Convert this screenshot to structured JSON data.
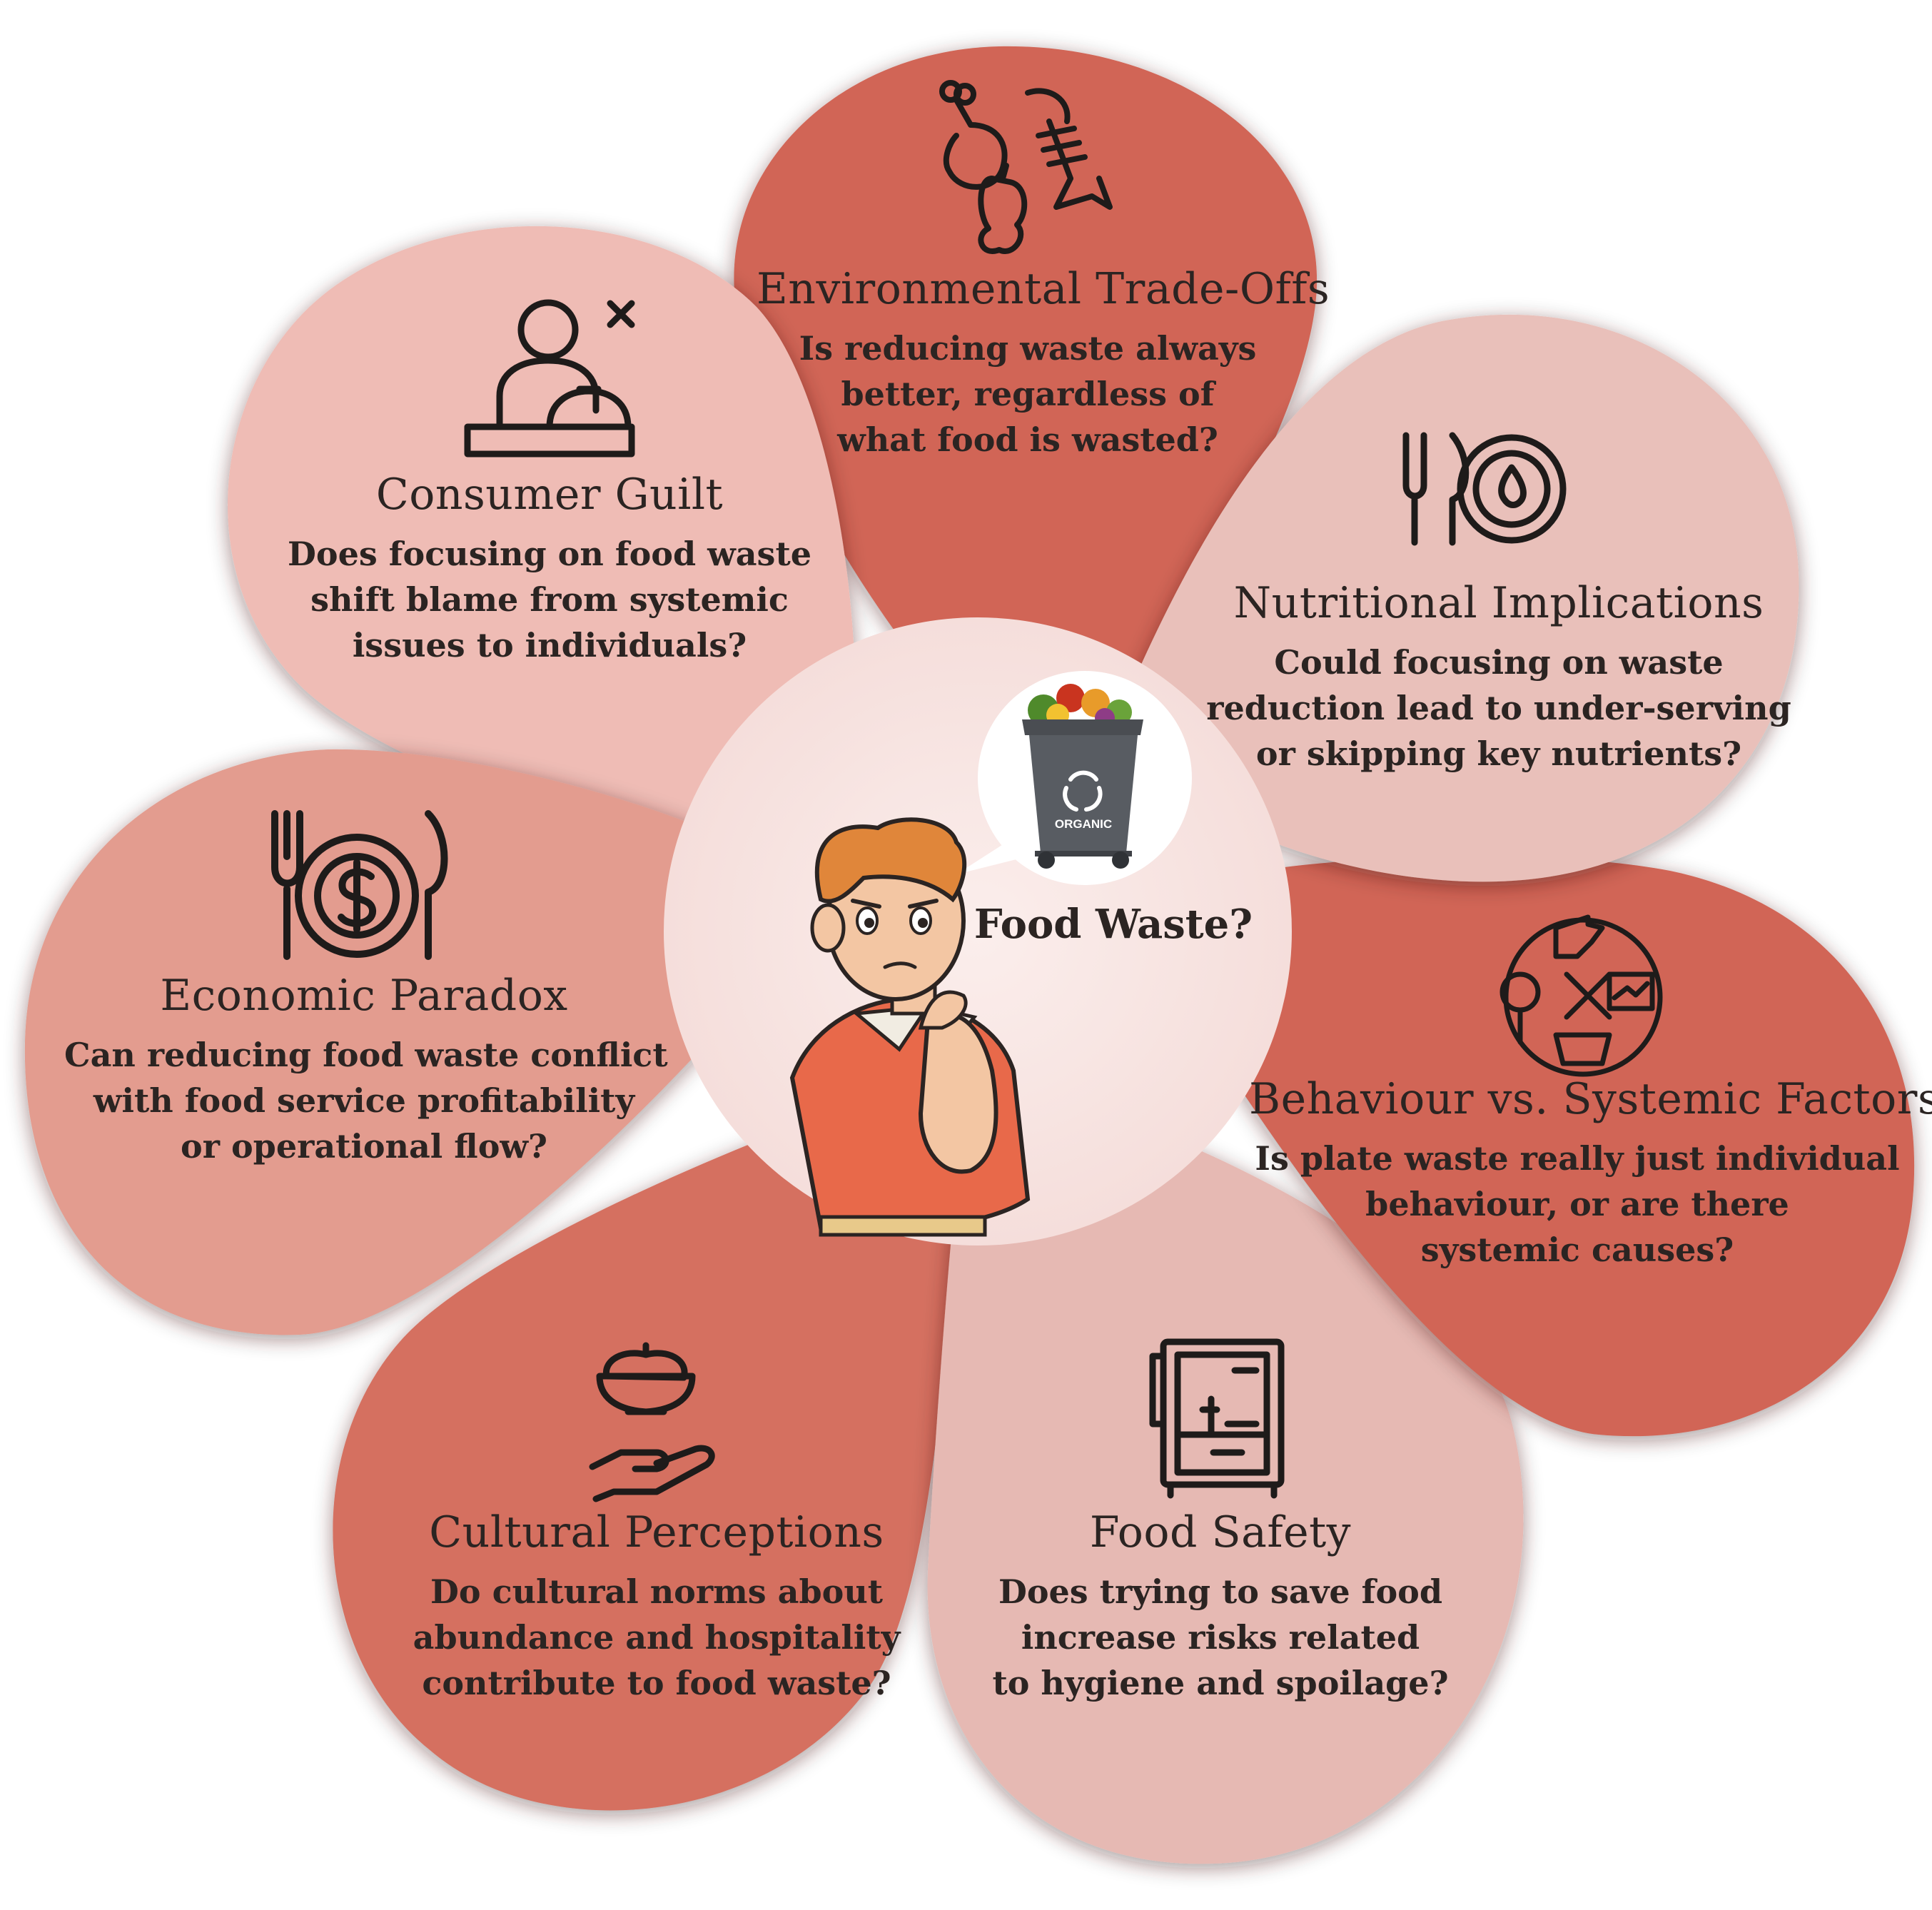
{
  "center": {
    "label": "Food Waste?",
    "bin_label": "ORGANIC"
  },
  "colors": {
    "dark": "#d16556",
    "medium": "#e39c8f",
    "light": "#efbcb5",
    "lightest": "#e6b9b3",
    "center_bg": "#f8e6e4",
    "text": "#2b2422"
  },
  "petals": [
    {
      "id": "environmental",
      "icon": "food-scraps-icon",
      "title": "Environmental Trade-Offs",
      "question": [
        "Is reducing waste always",
        "better, regardless of",
        "what food is wasted?"
      ]
    },
    {
      "id": "nutritional",
      "icon": "plate-nutrient-icon",
      "title": "Nutritional Implications",
      "question": [
        "Could focusing on waste",
        "reduction lead to under-serving",
        "or skipping key nutrients?"
      ]
    },
    {
      "id": "behaviour",
      "icon": "behaviour-systems-icon",
      "title": "Behaviour vs. Systemic Factors",
      "question": [
        "Is plate waste really just individual",
        "behaviour, or are there",
        "systemic causes?"
      ]
    },
    {
      "id": "food-safety",
      "icon": "refrigerator-icon",
      "title": "Food Safety",
      "question": [
        "Does trying to save food",
        "increase risks related",
        "to hygiene and spoilage?"
      ]
    },
    {
      "id": "cultural",
      "icon": "serving-hand-icon",
      "title": "Cultural Perceptions",
      "question": [
        "Do cultural norms about",
        "abundance and hospitality",
        "contribute to food waste?"
      ]
    },
    {
      "id": "economic",
      "icon": "plate-dollar-icon",
      "title": "Economic Paradox",
      "question": [
        "Can reducing food waste conflict",
        "with food service profitability",
        "or operational flow?"
      ]
    },
    {
      "id": "consumer-guilt",
      "icon": "person-meal-icon",
      "title": "Consumer Guilt",
      "question": [
        "Does focusing on food waste",
        "shift blame from systemic",
        "issues to individuals?"
      ]
    }
  ]
}
